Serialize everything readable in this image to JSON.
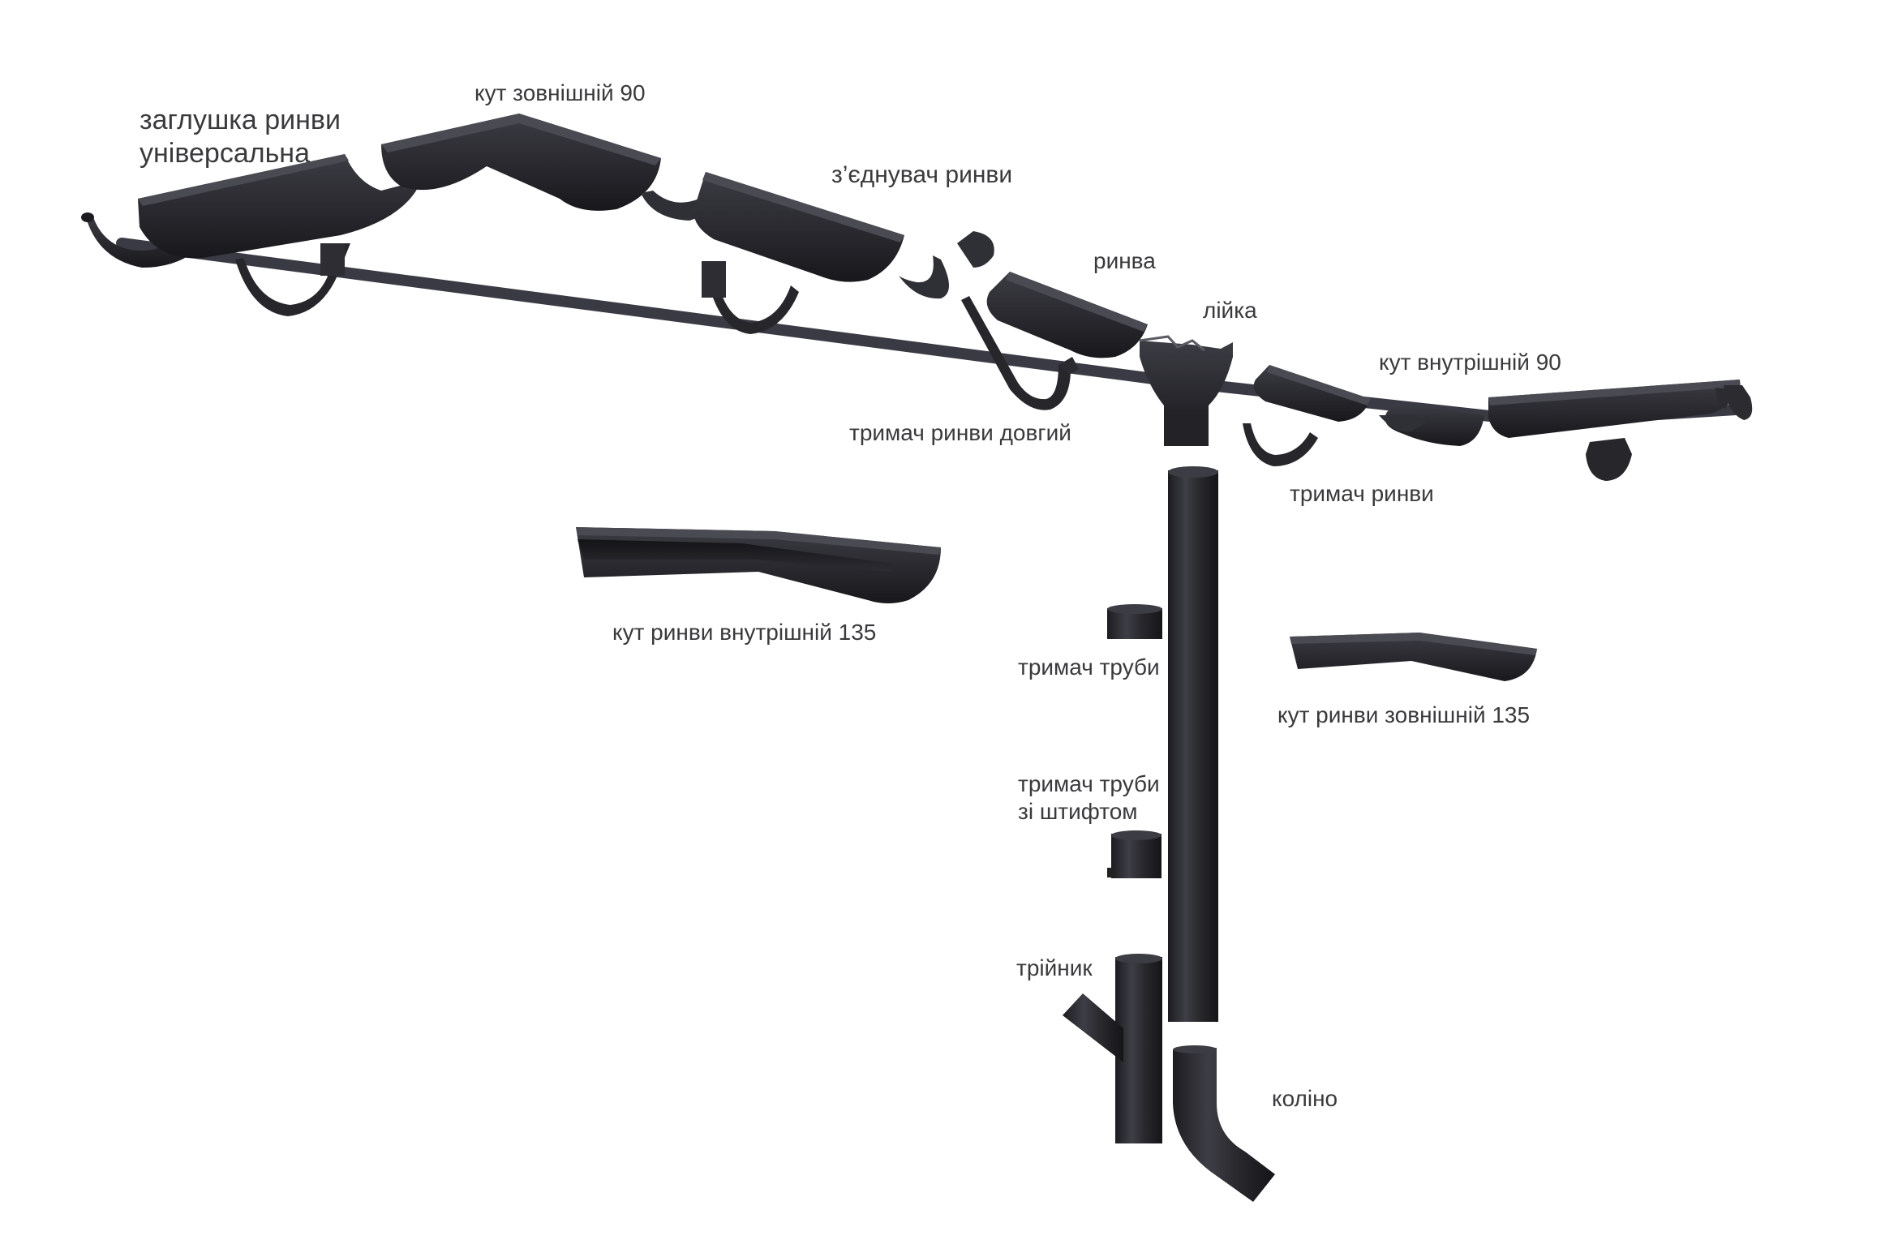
{
  "colors": {
    "metal": "#2b2b2f",
    "metal_light": "#4a4a52",
    "metal_dark": "#18181b",
    "label": "#3a3a3c",
    "background": "#ffffff"
  },
  "labels": {
    "end_cap": [
      "заглушка ринви",
      "універсальна"
    ],
    "outer_corner_90": "кут зовнішній 90",
    "connector": "з’єднувач ринви",
    "gutter": "ринва",
    "outlet": "лійка",
    "inner_corner_90": "кут внутрішній 90",
    "long_bracket": "тримач ринви довгий",
    "bracket": "тримач ринви",
    "inner_corner_135": "кут ринви внутрішній 135",
    "pipe_clamp": "тримач труби",
    "pipe_clamp_pin": [
      "тримач труби",
      "зі штифтом"
    ],
    "outer_corner_135": "кут ринви зовнішній 135",
    "tee": "трійник",
    "elbow": "коліно"
  }
}
